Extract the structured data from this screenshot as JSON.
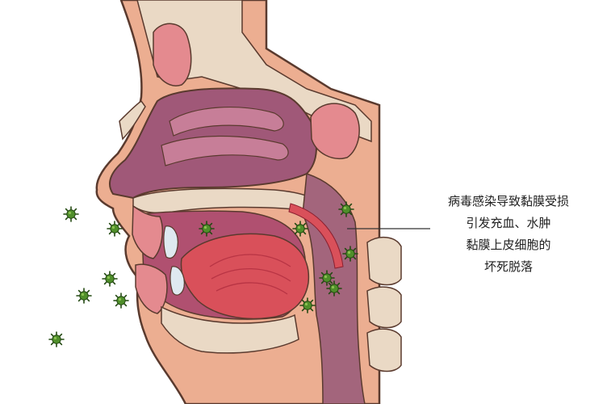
{
  "annotation": {
    "lines": [
      "病毒感染导致黏膜受损",
      "引发充血、水肿",
      "黏膜上皮细胞的",
      "坏死脱落"
    ]
  },
  "colors": {
    "skin": "#ecae91",
    "skin_outline": "#5a3a2e",
    "nasal_cavity": "#a05878",
    "nasal_cavity_light": "#c77e98",
    "sinus_pink": "#e48a8f",
    "bone_beige": "#ead9c5",
    "tongue": "#d9505a",
    "tongue_dark": "#b83444",
    "pharynx": "#a3657c",
    "virus_green": "#4f8f2a",
    "virus_dark": "#244a12",
    "teeth": "#dfe9f0"
  },
  "icons": [
    "virus-icon"
  ]
}
